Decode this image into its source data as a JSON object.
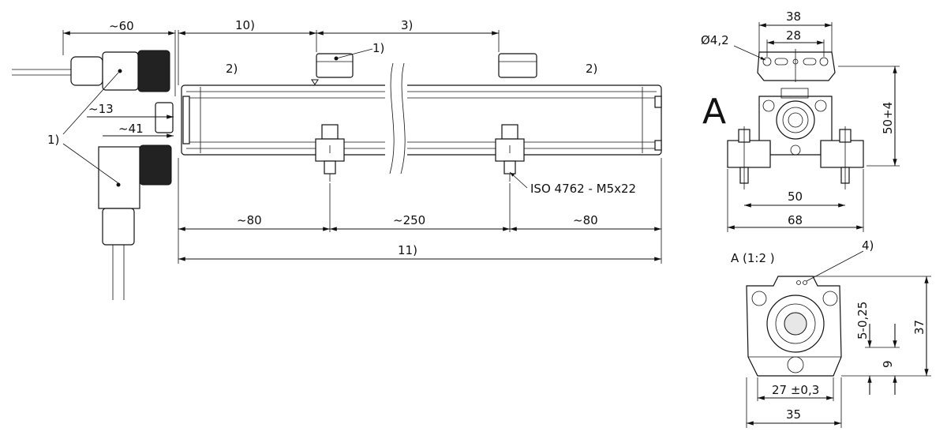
{
  "drawing": {
    "labels": {
      "conn_len_60": "~60",
      "dim_10": "10)",
      "dim_3": "3)",
      "ref_1_top": "1)",
      "ref_2_left": "2)",
      "ref_2_right": "2)",
      "conn_13": "~13",
      "conn_41": "~41",
      "ref_1_left": "1)",
      "screw_spec": "ISO 4762 - M5x22",
      "dim_80_left": "~80",
      "dim_250": "~250",
      "dim_80_right": "~80",
      "dim_11": "11)",
      "view_a": "A",
      "w38": "38",
      "w28": "28",
      "hole_dia": "Ø4,2",
      "h50_4": "50+4",
      "w50": "50",
      "w68": "68",
      "detail_title": "A (1:2 )",
      "ref_4": "4)",
      "d5_025": "5-0,25",
      "h37": "37",
      "d9": "9",
      "w27": "27 ±0,3",
      "w35": "35"
    }
  }
}
